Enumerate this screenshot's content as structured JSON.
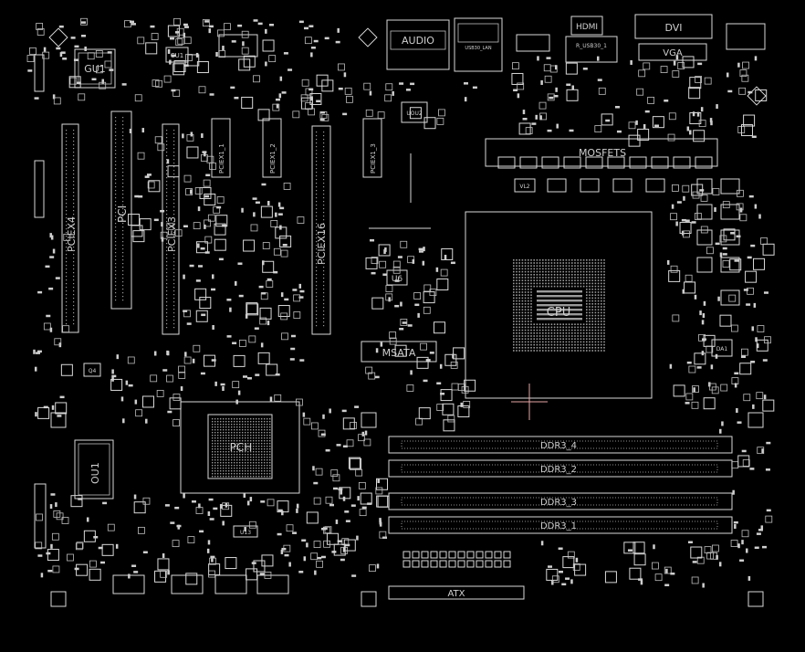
{
  "board": {
    "background": "#000000",
    "stroke": "#d8d8d8",
    "cross_color": "#e6a6a6"
  },
  "labels": {
    "gu1": "GU1",
    "cu1": "CU1",
    "audio": "AUDIO",
    "usb_lan": "USB30_LAN",
    "hdmi": "HDMI",
    "r_usb": "R_USB30_1",
    "dvi": "DVI",
    "vga": "VGA",
    "uou2": "UOU2",
    "mosfets": "MOSFETS",
    "vl2": "VL2",
    "pciex4": "PCIEX4",
    "pci": "PCI",
    "pciex3": "PCIEX3",
    "pciex1_1": "PCIEX1_1",
    "pciex1_2": "PCIEX1_2",
    "pciex1_3": "PCIEX1_3",
    "pciex16": "PCIEX16",
    "u6": "U6",
    "msata": "MSATA",
    "cpu": "CPU",
    "pch": "PCH",
    "ou1": "OU1",
    "u13": "U13",
    "ddr3_4": "DDR3_4",
    "ddr3_2": "DDR3_2",
    "ddr3_3": "DDR3_3",
    "ddr3_1": "DDR3_1",
    "atx": "ATX",
    "da1": "DA1",
    "q4": "Q4"
  }
}
